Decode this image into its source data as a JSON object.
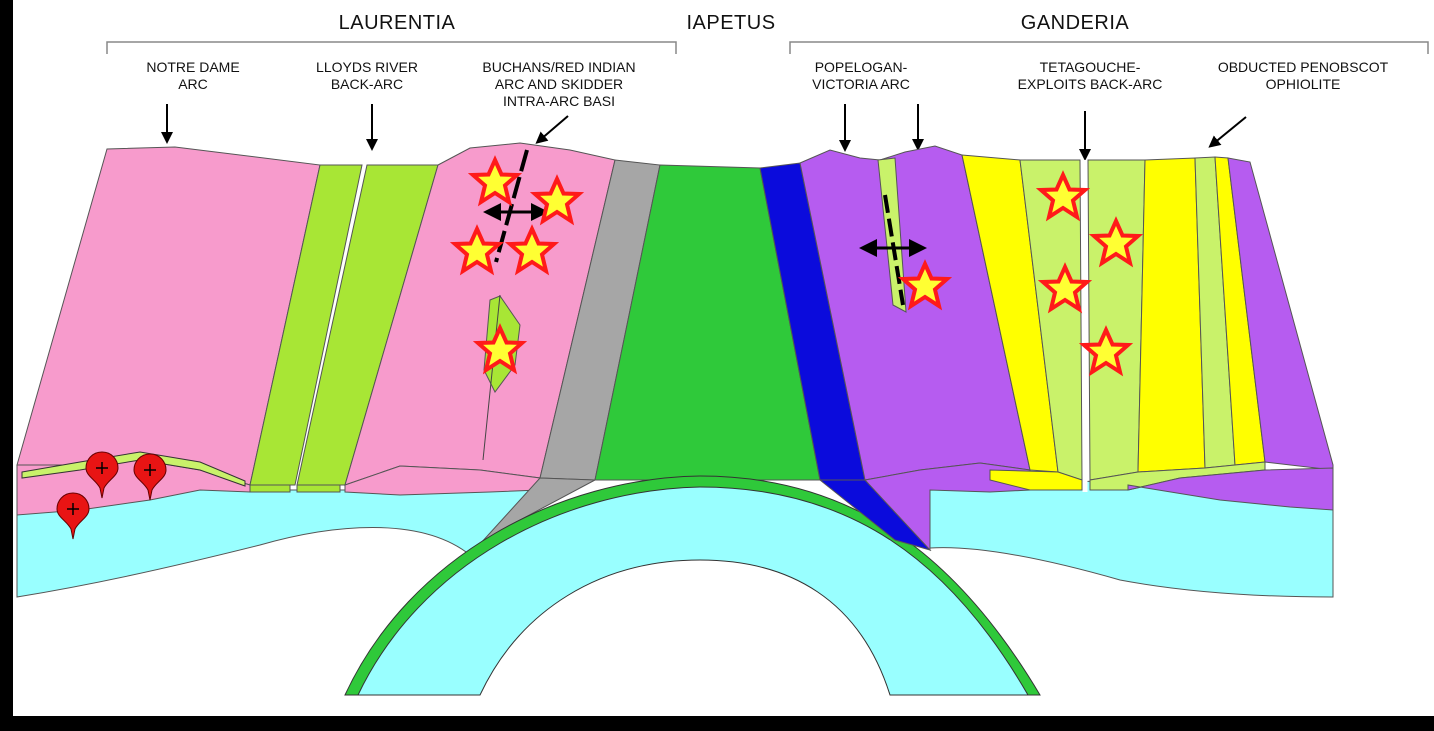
{
  "regions": {
    "laurentia": "LAURENTIA",
    "iapetus": "IAPETUS",
    "ganderia": "GANDERIA"
  },
  "labels": {
    "notre_dame": [
      "NOTRE DAME",
      "ARC"
    ],
    "lloyds_river": [
      "LLOYDS RIVER",
      "BACK-ARC"
    ],
    "buchans": [
      "BUCHANS/RED INDIAN",
      "ARC AND SKIDDER",
      "INTRA-ARC BASI"
    ],
    "popelogan": [
      "POPELOGAN-",
      "VICTORIA ARC"
    ],
    "tetagouche": [
      "TETAGOUCHE-",
      "EXPLOITS BACK-ARC"
    ],
    "penobscot": [
      "OBDUCTED PENOBSCOT",
      "OPHIOLITE"
    ]
  },
  "colors": {
    "arc_pink": "#f79bcc",
    "backarc_lime": "#a8e635",
    "pale_lime": "#c9f26a",
    "ocean_green": "#2fc93a",
    "mantle_cyan": "#99ffff",
    "trench_blue": "#0b0bdc",
    "arc_purple": "#b65cf0",
    "yellow": "#ffff00",
    "grey": "#a6a6a6",
    "star_red": "#ff1a1a",
    "star_yellow": "#ffff33",
    "pluton_red": "#e81414"
  },
  "icons": {
    "mineral_deposit": "star-icon",
    "pluton": "pluton-icon",
    "extension": "double-arrow-icon"
  }
}
